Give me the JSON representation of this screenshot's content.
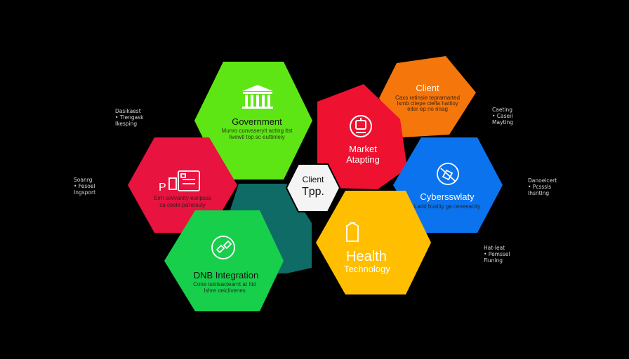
{
  "center": {
    "line1": "Client",
    "line2": "Tpp."
  },
  "hexagons": {
    "government": {
      "title": "Government",
      "sub1": "Munro cunvsseryit acting itst",
      "sub2": "livewtl top sc euttinleiy",
      "color": "#5ee614"
    },
    "client": {
      "title": "Client",
      "sub1": "Caxs retinsie teprarnarted",
      "sub2": "Ismb citepe ciefla hatitoy",
      "sub3": "eiter ep no rinag",
      "color": "#f5760a"
    },
    "market": {
      "title1": "Market",
      "title2": "Atapting",
      "color": "#ee1230"
    },
    "cyber": {
      "title": "Cybersswlaty",
      "sub1": "Ladd buslity ga ceneeacity",
      "color": "#0c73ee"
    },
    "pd": {
      "sub1": "Eirn covvanity euripsss",
      "sub2": "ca ceele pa'iersuly",
      "color": "#e8133f"
    },
    "dnb": {
      "title": "DNB Integration",
      "sub1": "Cone isiotsaciearnt at Itid",
      "sub2": "Ishre oeiclivenes",
      "color": "#18cf4c"
    },
    "health": {
      "title1": "Health",
      "title2": "Technology",
      "color": "#ffbf00"
    },
    "teal": {
      "color": "#0e6b66"
    }
  },
  "notes": {
    "left_top": [
      "Dasikaest",
      "• Tlengask",
      "  Ikesping"
    ],
    "left_mid": [
      "Soanrg",
      "• Fesoel",
      "  Ingsport"
    ],
    "right_top": [
      "Caeting",
      "• Caseil",
      "  Mayting"
    ],
    "right_mid": [
      "Danoeicert",
      "• Pcsssls",
      "  Ihsntlng"
    ],
    "right_low": [
      "Hat-leat",
      "• Pemssel",
      "  Fiuning"
    ]
  }
}
